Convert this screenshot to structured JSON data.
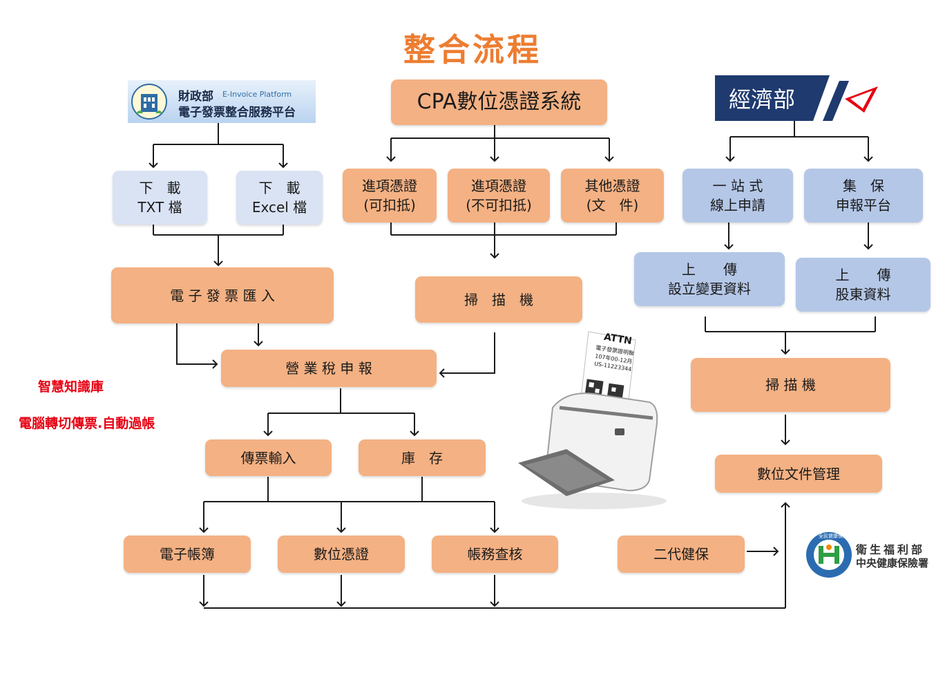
{
  "title": "整合流程",
  "notes": {
    "line1": "智慧知識庫",
    "line2": "電腦轉切傳票.自動過帳"
  },
  "mof_logo": {
    "name": "財政部",
    "platform_en": "E-Invoice Platform",
    "platform_zh": "電子發票整合服務平台",
    "icon": "building-emblem-icon"
  },
  "moea_logo": {
    "name": "經濟部",
    "icon": "moea-emblem-icon"
  },
  "nhi_logo": {
    "org": "衛生福利部",
    "sub": "中央健康保險署",
    "icon": "nhi-emblem-icon",
    "ring_text": "全民健康保險"
  },
  "nodes": {
    "download_txt": "下　載\nTXT 檔",
    "download_excel": "下　載\nExcel 檔",
    "einvoice_import": "電 子 發 票 匯 入",
    "cpa_system": "CPA數位憑證系統",
    "input_deductible": "進項憑證\n(可扣抵)",
    "input_nondeductible": "進項憑證\n(不可扣抵)",
    "other_voucher": "其他憑證\n(文　件)",
    "scanner_mid": "掃　描　機",
    "business_tax": "營 業 稅 申 報",
    "voucher_input": "傳票輸入",
    "inventory": "庫　存",
    "e_ledger": "電子帳簿",
    "digital_voucher": "數位憑證",
    "account_audit": "帳務查核",
    "nhi_second": "二代健保",
    "one_stop": "一 站 式\n線上申請",
    "tdcc": "集　保\n申報平台",
    "upload_change": "上　　傳\n設立變更資料",
    "upload_shareholder": "上　　傳\n股東資料",
    "scanner_right": "掃 描 機",
    "doc_management": "數位文件管理"
  },
  "scanner_image": {
    "icon": "document-scanner-icon",
    "paper_text": "ATTN",
    "paper_lines": [
      "電子發票證明聯",
      "107年00-12月",
      "US-11223344"
    ]
  },
  "colors": {
    "title": "#ed7d31",
    "orange_box": "#f4b183",
    "lavender_box": "#dae3f3",
    "blue_box": "#b4c7e7",
    "note_red": "#e60012",
    "line": "#1a1a1a"
  }
}
